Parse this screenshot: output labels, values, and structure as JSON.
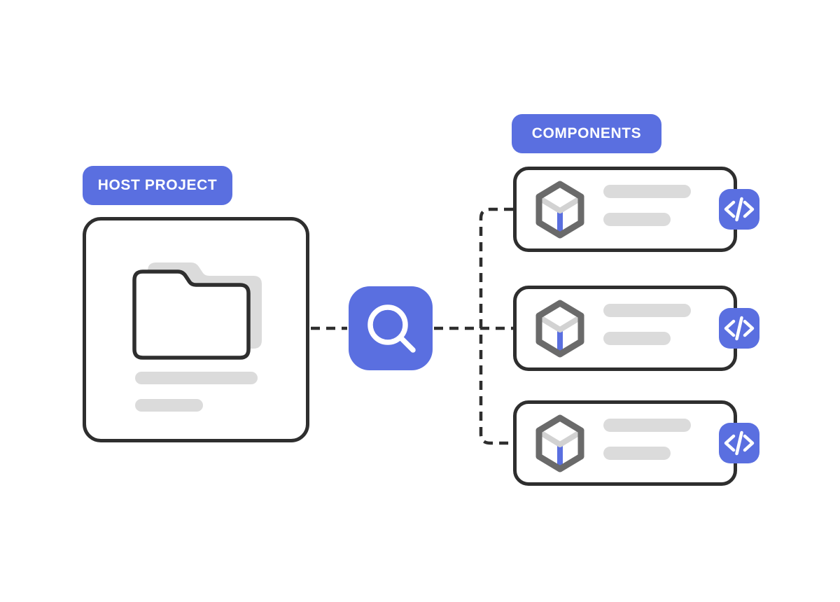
{
  "host": {
    "label": "HOST PROJECT",
    "icon": "folder-icon",
    "placeholder_lines": 2
  },
  "connector": {
    "icon": "search-icon"
  },
  "components": {
    "label": "COMPONENTS",
    "items": [
      {
        "icon": "package-icon",
        "badge_icon": "code-icon",
        "placeholder_lines": 2
      },
      {
        "icon": "package-icon",
        "badge_icon": "code-icon",
        "placeholder_lines": 2
      },
      {
        "icon": "package-icon",
        "badge_icon": "code-icon",
        "placeholder_lines": 2
      }
    ]
  },
  "colors": {
    "accent": "#5A6FE0",
    "outline": "#2E2E2E",
    "placeholder": "#DBDBDB",
    "cube_stroke": "#6A6A6A",
    "cube_face": "#D2D2D2",
    "icon_on_accent": "#FFFFFF",
    "background": "#FFFFFF"
  }
}
